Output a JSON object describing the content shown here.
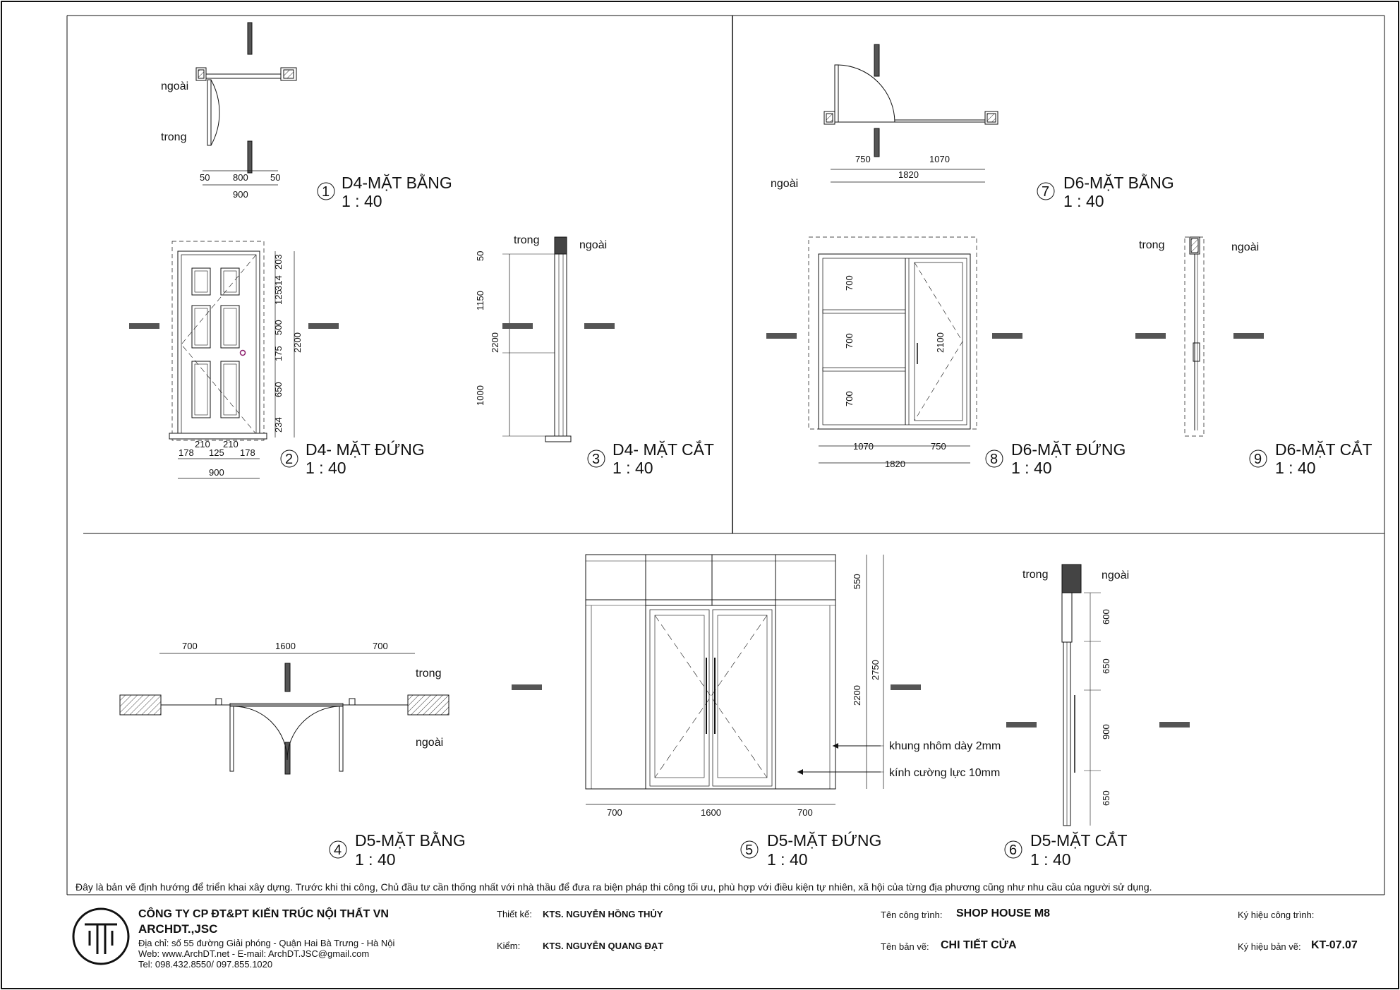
{
  "labels": {
    "ngoai": "ngoài",
    "trong": "trong",
    "glass_note": "kính cường lực 10mm",
    "frame_note": "khung nhôm dày 2mm"
  },
  "views": [
    {
      "num": "1",
      "title": "D4-MẶT BẰNG",
      "scale": "1 : 40"
    },
    {
      "num": "2",
      "title": "D4- MẶT ĐỨNG",
      "scale": "1 : 40"
    },
    {
      "num": "3",
      "title": "D4- MẶT CẮT",
      "scale": "1 : 40"
    },
    {
      "num": "4",
      "title": "D5-MẶT BẰNG",
      "scale": "1 : 40"
    },
    {
      "num": "5",
      "title": "D5-MẶT ĐỨNG",
      "scale": "1 : 40"
    },
    {
      "num": "6",
      "title": "D5-MẶT CẮT",
      "scale": "1 : 40"
    },
    {
      "num": "7",
      "title": "D6-MẶT BẰNG",
      "scale": "1 : 40"
    },
    {
      "num": "8",
      "title": "D6-MẶT ĐỨNG",
      "scale": "1 : 40"
    },
    {
      "num": "9",
      "title": "D6-MẶT CẮT",
      "scale": "1 : 40"
    }
  ],
  "dims": {
    "d1": [
      "50",
      "800",
      "50",
      "900"
    ],
    "d2_bottom": [
      "178",
      "210",
      "125",
      "210",
      "178",
      "900"
    ],
    "d2_right": [
      "203",
      "314",
      "125",
      "500",
      "175",
      "650",
      "234",
      "2200"
    ],
    "d3": [
      "50",
      "1150",
      "2200",
      "1000"
    ],
    "d4": [
      "700",
      "1600",
      "700"
    ],
    "d5_bottom": [
      "700",
      "1600",
      "700"
    ],
    "d5_right": [
      "550",
      "2200",
      "2750"
    ],
    "d6": [
      "600",
      "650",
      "900",
      "650"
    ],
    "d7": [
      "750",
      "1070",
      "1820"
    ],
    "d8_bottom": [
      "1070",
      "750",
      "1820"
    ],
    "d8_side": [
      "700",
      "700",
      "700",
      "2100"
    ]
  },
  "footer_note": "Đây là bản vẽ định hướng để triển khai xây dựng. Trước khi thi công, Chủ đầu tư cần thống nhất với nhà thầu để đưa ra biện pháp thi công tối ưu, phù hợp với điều kiện tự nhiên, xã hội của từng địa phương cũng như nhu cầu của người sử dụng.",
  "title_block": {
    "company": "CÔNG TY CP ĐT&PT KIẾN TRÚC NỘI THẤT VN",
    "company_short": "ARCHDT.,JSC",
    "address": "Địa chỉ: số 55 đường Giải phóng - Quận Hai Bà Trưng - Hà Nội",
    "web": "Web: www.ArchDT.net  - E-mail: ArchDT.JSC@gmail.com",
    "tel": "Tel:  098.432.8550/ 097.855.1020",
    "designer_label": "Thiết kế:",
    "designer": "KTS. NGUYỄN HỒNG THỦY",
    "checker_label": "Kiểm:",
    "checker": "KTS. NGUYỄN QUANG ĐẠT",
    "project_label": "Tên công trình:",
    "project": "SHOP HOUSE M8",
    "drawing_label": "Tên bản vẽ:",
    "drawing": "CHI TIẾT CỬA",
    "project_code_label": "Ký hiệu công trình:",
    "project_code": "",
    "drawing_code_label": "Ký hiệu bản vẽ:",
    "drawing_code": "KT-07.07"
  }
}
